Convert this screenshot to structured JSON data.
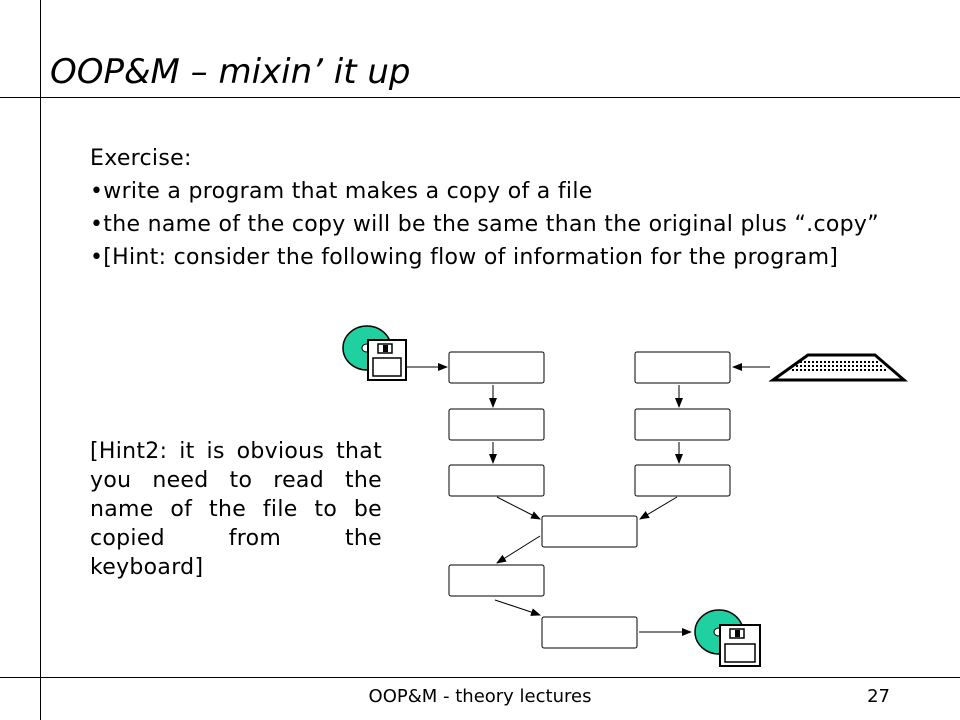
{
  "slide": {
    "title": "OOP&M – mixin’ it up",
    "exercise_label": "Exercise:",
    "bullets": [
      "•write a program that makes a copy of a file",
      "•the name of the copy will be the same than the original plus “.copy”",
      "•[Hint: consider the following flow of information for the program]"
    ],
    "hint2": "[Hint2: it is obvious that you need to read the name of the file to be copied from the keyboard]"
  },
  "diagram": {
    "icons": [
      "disk-icon",
      "keyboard-icon",
      "disk-icon"
    ],
    "box_count": 9
  },
  "footer": {
    "course": "OOP&M - theory lectures",
    "page_number": "27"
  },
  "colors": {
    "disk_green": "#1fd0a0",
    "line": "#000000",
    "background": "#ffffff"
  }
}
